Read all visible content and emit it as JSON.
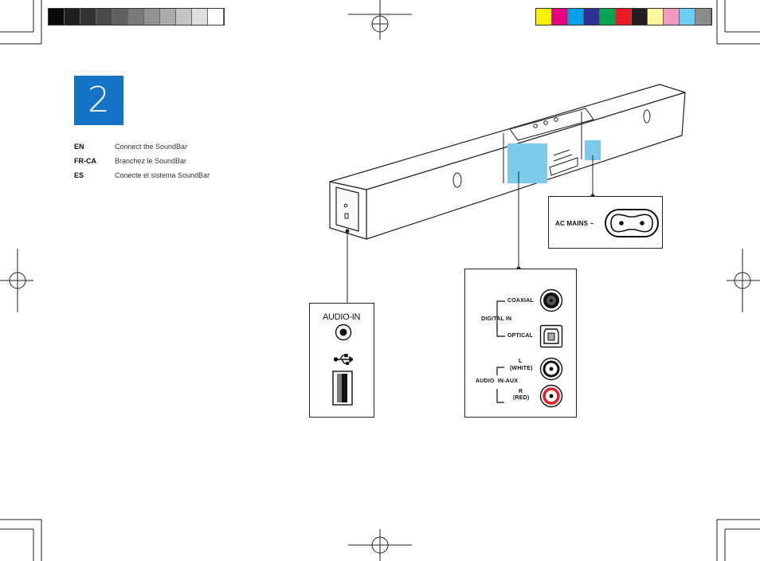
{
  "step": {
    "number": "2"
  },
  "languages": [
    {
      "code": "EN",
      "text": "Connect the SoundBar"
    },
    {
      "code": "FR-CA",
      "text": "Branchez le SoundBar"
    },
    {
      "code": "ES",
      "text": "Conecte el sistema SoundBar"
    }
  ],
  "colors": {
    "step_box": "#1573c7",
    "callout_highlight": "#7ccbec",
    "grayscale_bar": [
      "#0a0a0a",
      "#1f1f1f",
      "#333333",
      "#4a4a4a",
      "#616161",
      "#7a7a7a",
      "#929292",
      "#ababab",
      "#c4c4c4",
      "#dedede",
      "#ffffff"
    ],
    "color_bar": [
      "#fff200",
      "#e6007e",
      "#00a0e9",
      "#2e3192",
      "#00a651",
      "#ed1c24",
      "#231f20",
      "#fff799",
      "#f49ac1",
      "#6dcff6",
      "#8c8c8c"
    ]
  },
  "panels": {
    "audio_in": {
      "title": "AUDIO-IN",
      "usb_icon": "usb-icon"
    },
    "ac_mains": {
      "label": "AC MAINS ~"
    },
    "inputs": {
      "coaxial": "COAXIAL",
      "digital_in": "DIGITAL IN",
      "optical": "OPTICAL",
      "left": "L",
      "white": "(WHITE)",
      "audio_in_aux": "AUDIO  IN-AUX",
      "right": "R",
      "red": "(RED)"
    }
  }
}
